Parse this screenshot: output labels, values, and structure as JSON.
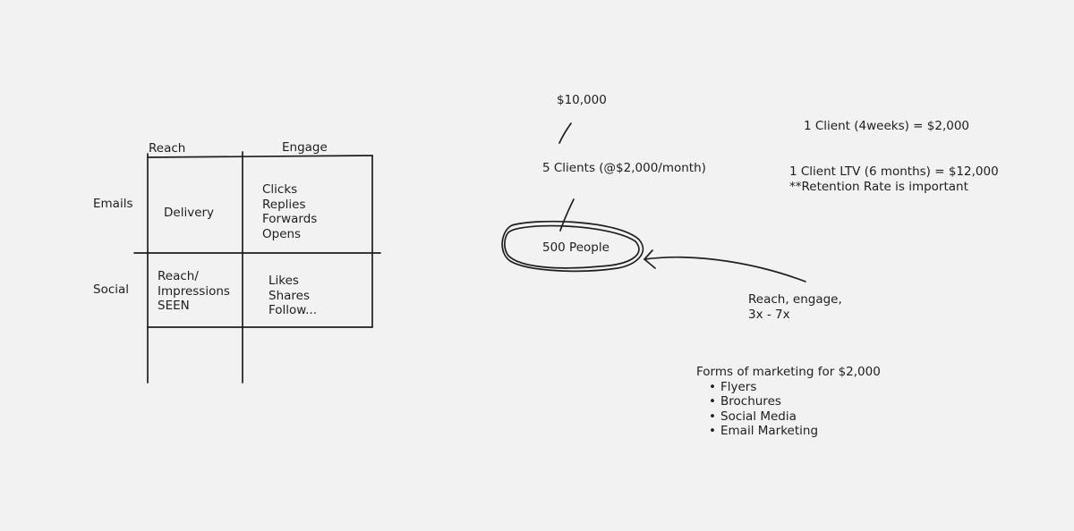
{
  "matrix": {
    "col_headers": [
      "Reach",
      "Engage"
    ],
    "row_headers": [
      "Emails",
      "Social"
    ],
    "cells": {
      "emails_reach": [
        "Delivery"
      ],
      "emails_engage": [
        "Clicks",
        "Replies",
        "Forwards",
        "Opens"
      ],
      "social_reach": [
        "Reach/",
        "Impressions",
        "SEEN"
      ],
      "social_engage": [
        "Likes",
        "Shares",
        "Follow..."
      ]
    }
  },
  "funnel": {
    "budget": "$10,000",
    "clients": "5 Clients (@$2,000/month)",
    "people": "500 People",
    "reach_note": [
      "Reach, engage,",
      "3x - 7x"
    ]
  },
  "notes": {
    "client_value": "1 Client (4weeks) = $2,000",
    "ltv": "1 Client LTV (6 months) = $12,000",
    "retention": "**Retention Rate is important"
  },
  "marketing": {
    "title": "Forms of marketing for $2,000",
    "items": [
      "Flyers",
      "Brochures",
      "Social Media",
      "Email Marketing"
    ]
  },
  "colors": {
    "background": "#f2f2f2",
    "ink": "#1e1e1e"
  }
}
